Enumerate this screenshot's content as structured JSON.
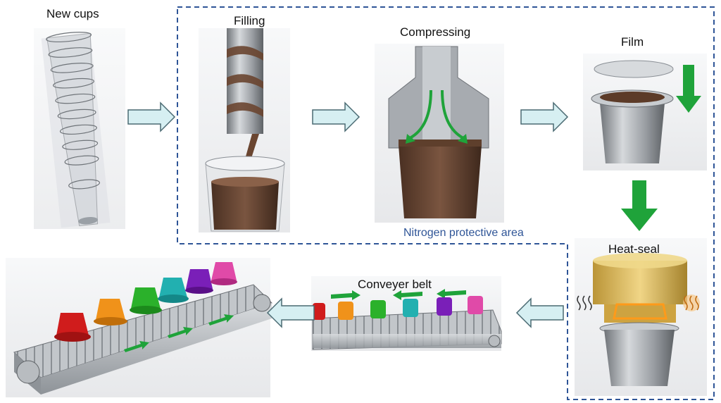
{
  "labels": {
    "new_cups": "New cups",
    "filling": "Filling",
    "compressing": "Compressing",
    "film": "Film",
    "heat_seal": "Heat-seal",
    "conveyer_belt": "Conveyer belt",
    "nitrogen_area": "Nitrogen protective area"
  },
  "colors": {
    "flow_arrow_fill": "#d6eff2",
    "flow_arrow_stroke": "#4a6a72",
    "green_arrow": "#1fa33a",
    "dashed_border": "#2f5597",
    "coffee": "#6b4a36",
    "steel": "#8c9096",
    "heater": "#e0b84a",
    "capsules": [
      "#d01c1c",
      "#f0921a",
      "#2bb12b",
      "#22b0b0",
      "#7a1fb8",
      "#e04aa8"
    ]
  },
  "icons": [
    "flow-arrow-icon",
    "green-down-arrow-icon",
    "heat-wave-icon",
    "capsule-icon"
  ]
}
